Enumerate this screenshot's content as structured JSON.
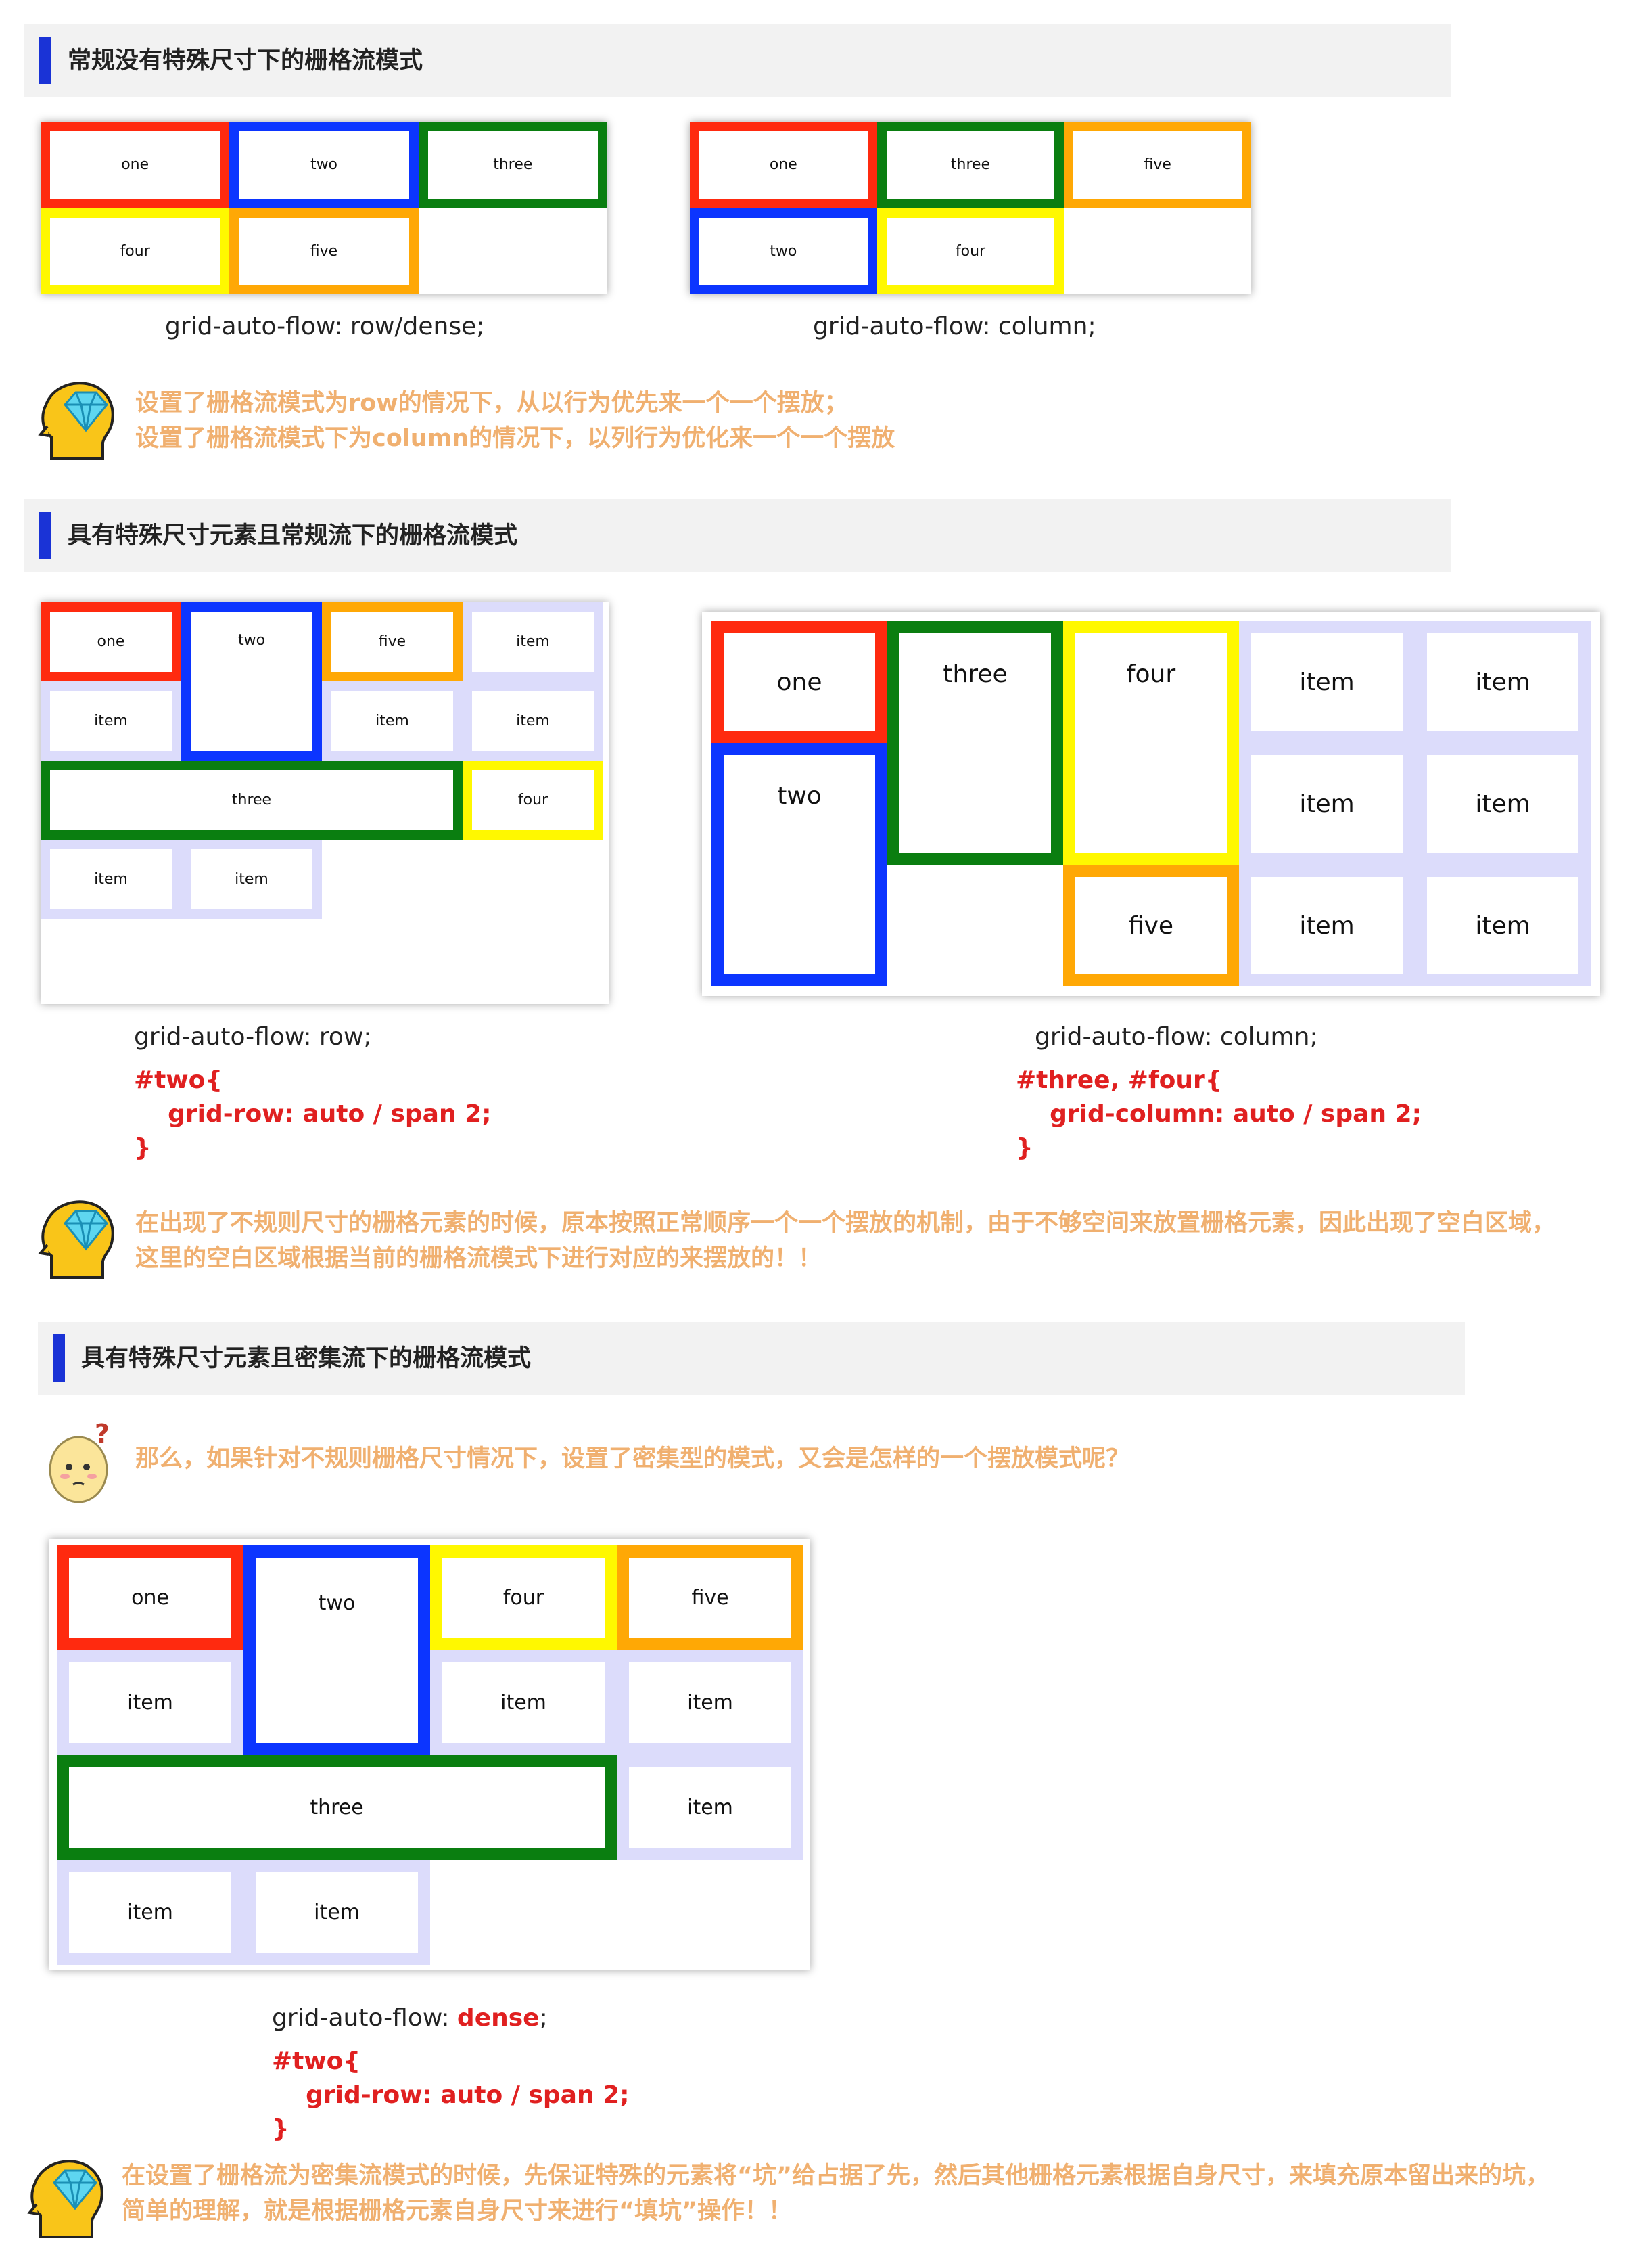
{
  "sections": {
    "s1": "常规没有特殊尺寸下的栅格流模式",
    "s2": "具有特殊尺寸元素且常规流下的栅格流模式",
    "s3": "具有特殊尺寸元素且密集流下的栅格流模式"
  },
  "colors": {
    "red": "#ff2a0f",
    "blue": "#0c35ff",
    "green": "#0a7e10",
    "yellow": "#fff800",
    "orange": "#ffa805",
    "lavender": "#dcdcfb",
    "tip": "#f0b070",
    "code": "#e02020"
  },
  "labels": {
    "one": "one",
    "two": "two",
    "three": "three",
    "four": "four",
    "five": "five",
    "item": "item"
  },
  "captions": {
    "c1": "grid-auto-flow: row/dense;",
    "c2": "grid-auto-flow: column;",
    "c3": "grid-auto-flow: row;",
    "c3_code": [
      "#two{",
      "    grid-row: auto / span 2;",
      "}"
    ],
    "c4": "grid-auto-flow: column;",
    "c4_code": [
      "#three, #four{",
      "    grid-column: auto / span 2;",
      "}"
    ],
    "c5_prefix": "grid-auto-flow: ",
    "c5_value": "dense",
    "c5_suffix": ";",
    "c5_code": [
      "#two{",
      "    grid-row: auto / span 2;",
      "}"
    ]
  },
  "tips": {
    "t1_line1": "设置了栅格流模式为row的情况下，从以行为优先来一个一个摆放；",
    "t1_line2": "设置了栅格流模式下为column的情况下，以列行为优化来一个一个摆放",
    "t2_line1": "在出现了不规则尺寸的栅格元素的时候，原本按照正常顺序一个一个摆放的机制，由于不够空间来放置栅格元素，因此出现了空白区域，",
    "t2_line2": "这里的空白区域根据当前的栅格流模式下进行对应的来摆放的！！",
    "t3": "那么，如果针对不规则栅格尺寸情况下，设置了密集型的模式，又会是怎样的一个摆放模式呢？",
    "t4_line1": "在设置了栅格流为密集流模式的时候，先保证特殊的元素将“坑”给占据了先，然后其他栅格元素根据自身尺寸，来填充原本留出来的坑，",
    "t4_line2": "简单的理解，就是根据栅格元素自身尺寸来进行“填坑”操作！！"
  }
}
